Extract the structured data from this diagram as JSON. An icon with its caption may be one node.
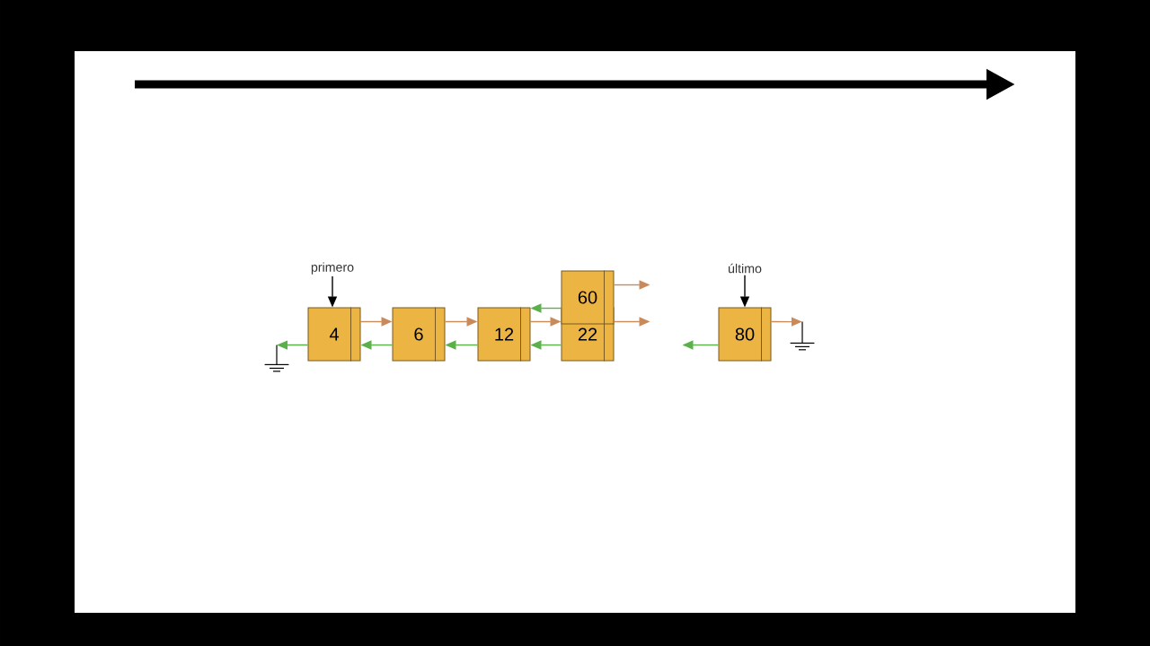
{
  "diagram": {
    "nodes": [
      {
        "text": [
          "primero"
        ]
      },
      {
        "text": [
          "último"
        ]
      },
      {
        "text": [
          "4"
        ]
      },
      {
        "text": [
          "6"
        ]
      },
      {
        "text": [
          "12"
        ]
      },
      {
        "text": [
          "22"
        ]
      },
      {
        "text": [
          "60"
        ]
      },
      {
        "text": [
          "80"
        ]
      },
      {
        "text": [],
        "shape": "ground"
      },
      {
        "text": [],
        "shape": "ground"
      }
    ],
    "edges": [
      {
        "from": 0,
        "to": 2,
        "arrow": "to",
        "color": "#000000"
      },
      {
        "from": 1,
        "to": 7,
        "arrow": "to",
        "color": "#000000"
      },
      {
        "from": 2,
        "to": 3,
        "arrow": "to",
        "color": "#c98a5b"
      },
      {
        "from": 3,
        "to": 2,
        "arrow": "to",
        "color": "#5bb04a"
      },
      {
        "from": 3,
        "to": 4,
        "arrow": "to",
        "color": "#c98a5b"
      },
      {
        "from": 4,
        "to": 3,
        "arrow": "to",
        "color": "#5bb04a"
      },
      {
        "from": 4,
        "to": 5,
        "arrow": "to",
        "color": "#c98a5b"
      },
      {
        "from": 5,
        "to": 4,
        "arrow": "to",
        "color": "#5bb04a"
      },
      {
        "from": 6,
        "to": 4,
        "arrow": "to",
        "color": "#5bb04a"
      },
      {
        "from": 6,
        "to": null,
        "arrow": "to",
        "color": "#c98a5b"
      },
      {
        "from": 5,
        "to": null,
        "arrow": "to",
        "color": "#c98a5b"
      },
      {
        "from": 2,
        "to": 8,
        "arrow": "to",
        "color": "#5bb04a"
      },
      {
        "from": 7,
        "to": 9,
        "arrow": "to",
        "color": "#c98a5b"
      },
      {
        "from": 7,
        "to": null,
        "arrow": "to",
        "color": "#5bb04a"
      }
    ]
  }
}
